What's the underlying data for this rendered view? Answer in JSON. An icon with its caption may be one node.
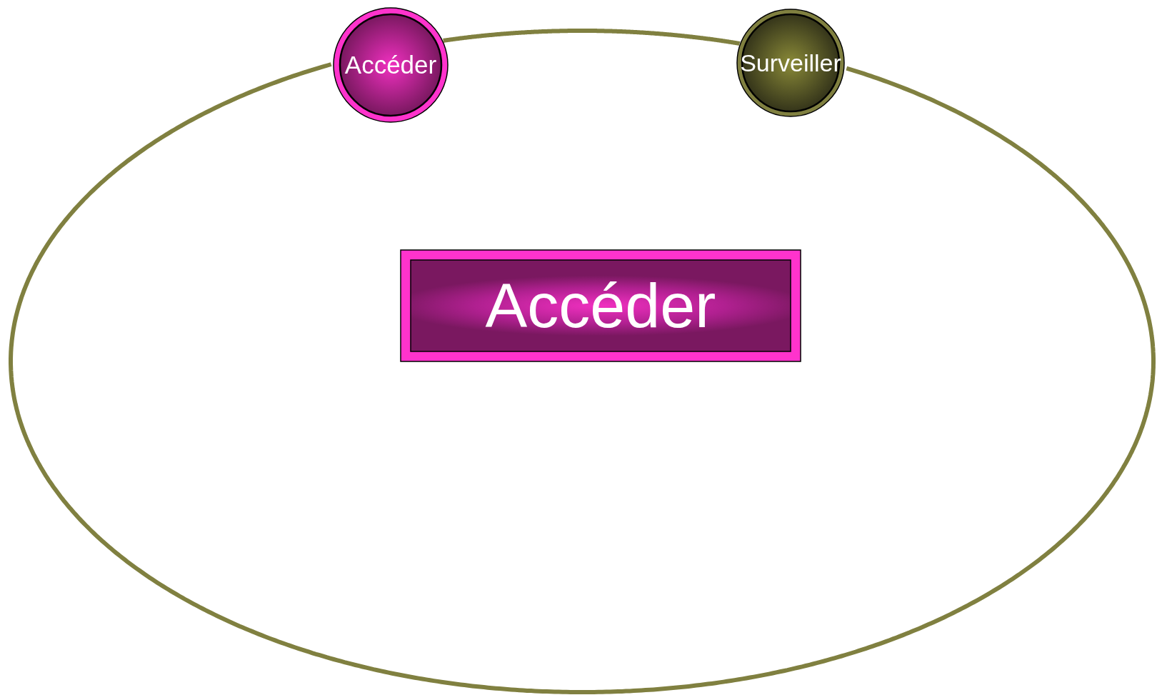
{
  "diagram": {
    "nodes": [
      {
        "text": [
          "Accéder"
        ]
      },
      {
        "text": [
          "Surveiller"
        ]
      },
      {
        "text": [
          "Accéder"
        ]
      }
    ],
    "edges": [
      {
        "from": 0,
        "to": 1,
        "arrow": "none"
      },
      {
        "from": 0,
        "to": 1,
        "arrow": "none"
      }
    ]
  }
}
